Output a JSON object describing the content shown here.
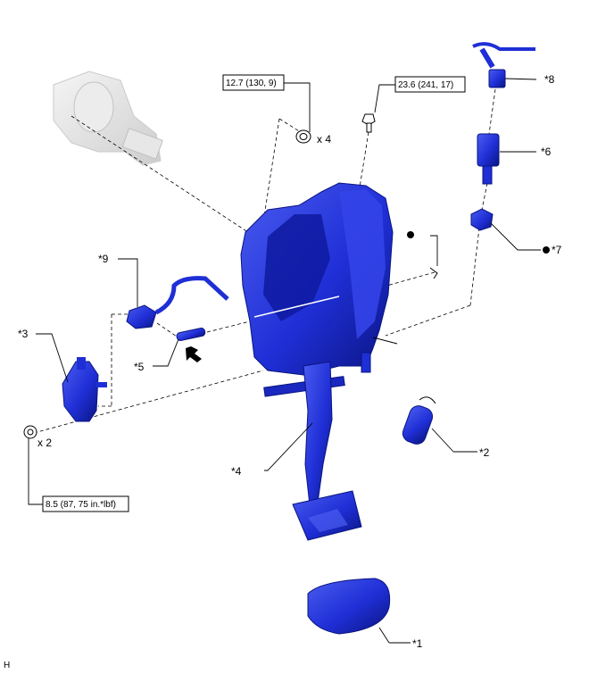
{
  "torque_specs": {
    "nut_top": "12.7 (130, 9)",
    "bolt_top": "23.6 (241, 17)",
    "nut_bottom": "8.5 (87, 75 in.*lbf)"
  },
  "quantities": {
    "nut_top_qty": "x 4",
    "nut_bottom_qty": "x 2"
  },
  "callouts": {
    "c1": "*1",
    "c2": "*2",
    "c3": "*3",
    "c4": "*4",
    "c5": "*5",
    "c6": "*6",
    "c7": "*7",
    "c8": "*8",
    "c9": "*9"
  },
  "footer_code": "H",
  "colors": {
    "part_blue": "#1f2fd6",
    "part_dark": "#0a1480",
    "part_light": "#4a5cf0",
    "ghost_gray": "#d8d8d8",
    "line": "#000000"
  }
}
